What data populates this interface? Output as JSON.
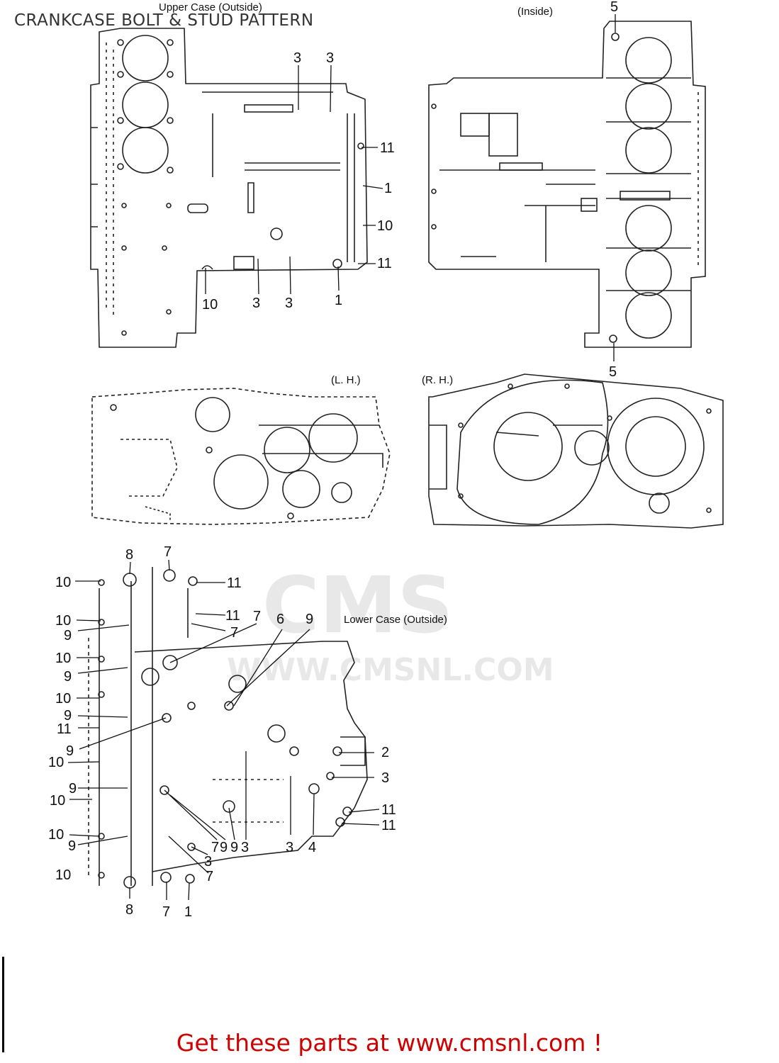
{
  "page": {
    "title": "CRANKCASE BOLT & STUD PATTERN"
  },
  "views": {
    "upper_outside": "Upper Case (Outside)",
    "upper_inside": "(Inside)",
    "lh": "(L. H.)",
    "rh": "(R. H.)",
    "lower_outside": "Lower Case (Outside)"
  },
  "callouts": {
    "upper_outside": [
      "3",
      "3",
      "11",
      "1",
      "10",
      "11",
      "10",
      "3",
      "3",
      "1"
    ],
    "upper_inside": [
      "5",
      "5"
    ],
    "lower_outside": [
      "8",
      "7",
      "10",
      "11",
      "10",
      "11",
      "7",
      "6",
      "9",
      "9",
      "7",
      "10",
      "9",
      "10",
      "9",
      "11",
      "10",
      "9",
      "10",
      "9",
      "10",
      "2",
      "3",
      "11",
      "11",
      "10",
      "9",
      "10",
      "7",
      "9",
      "9",
      "3",
      "3",
      "3",
      "4",
      "7",
      "8",
      "7",
      "1"
    ]
  },
  "watermark": {
    "brand": "CMS",
    "url": "WWW.CMSNL.COM"
  },
  "footer": {
    "text": "Get these parts at www.cmsnl.com !"
  },
  "colors": {
    "footer": "#d00000",
    "line": "#111111"
  }
}
